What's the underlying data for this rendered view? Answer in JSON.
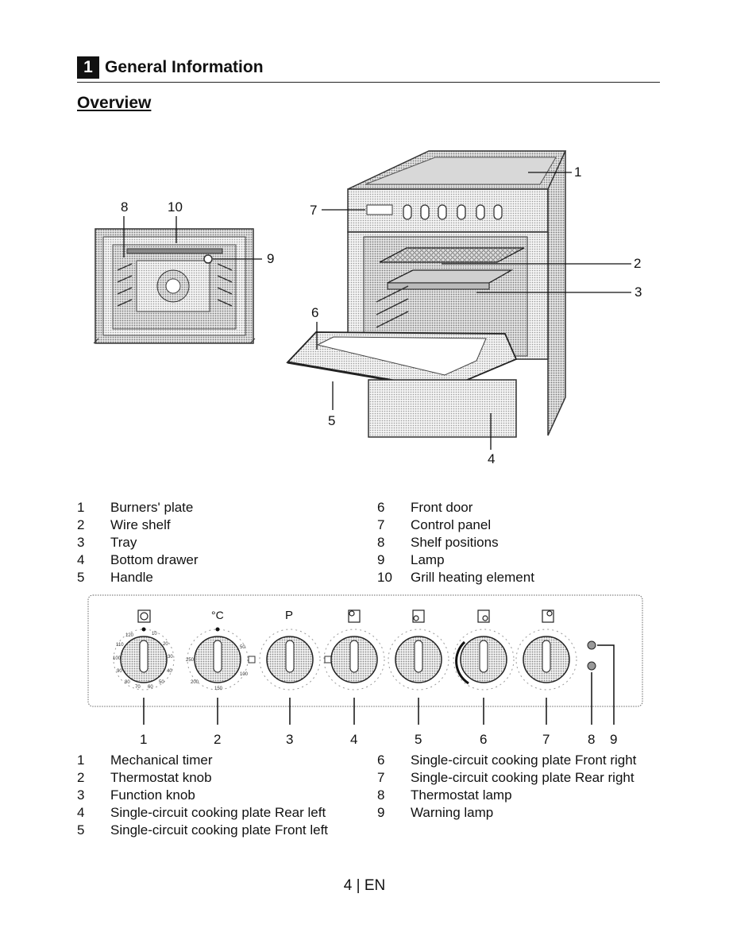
{
  "section": {
    "number": "1",
    "title": "General Information"
  },
  "subtitle": "Overview",
  "oven_callouts": [
    "1",
    "2",
    "3",
    "4",
    "5",
    "6",
    "7",
    "8",
    "9",
    "10"
  ],
  "parts_left": [
    {
      "n": "1",
      "label": "Burners' plate"
    },
    {
      "n": "2",
      "label": "Wire shelf"
    },
    {
      "n": "3",
      "label": "Tray"
    },
    {
      "n": "4",
      "label": "Bottom drawer"
    },
    {
      "n": "5",
      "label": "Handle"
    }
  ],
  "parts_right": [
    {
      "n": "6",
      "label": "Front door"
    },
    {
      "n": "7",
      "label": "Control panel"
    },
    {
      "n": "8",
      "label": "Shelf positions"
    },
    {
      "n": "9",
      "label": "Lamp"
    },
    {
      "n": "10",
      "label": "Grill heating element"
    }
  ],
  "panel": {
    "symbols": {
      "thermostat": "°C",
      "function": "P"
    },
    "timer_scale": [
      "10",
      "20",
      "30",
      "40",
      "50",
      "60",
      "70",
      "80",
      "90",
      "100",
      "110",
      "120"
    ],
    "thermo_scale": [
      "50",
      "100",
      "150",
      "200",
      "250"
    ],
    "callouts": [
      "1",
      "2",
      "3",
      "4",
      "5",
      "6",
      "7",
      "8",
      "9"
    ]
  },
  "controls_left": [
    {
      "n": "1",
      "label": "Mechanical timer"
    },
    {
      "n": "2",
      "label": "Thermostat knob"
    },
    {
      "n": "3",
      "label": "Function knob"
    },
    {
      "n": "4",
      "label": "Single-circuit cooking plate Rear left"
    },
    {
      "n": "5",
      "label": "Single-circuit cooking plate Front left"
    }
  ],
  "controls_right": [
    {
      "n": "6",
      "label": "Single-circuit cooking plate Front right"
    },
    {
      "n": "7",
      "label": "Single-circuit cooking plate Rear right"
    },
    {
      "n": "8",
      "label": "Thermostat lamp"
    },
    {
      "n": "9",
      "label": "Warning lamp"
    }
  ],
  "footer": {
    "page": "4",
    "lang": "EN",
    "separator": "|"
  }
}
